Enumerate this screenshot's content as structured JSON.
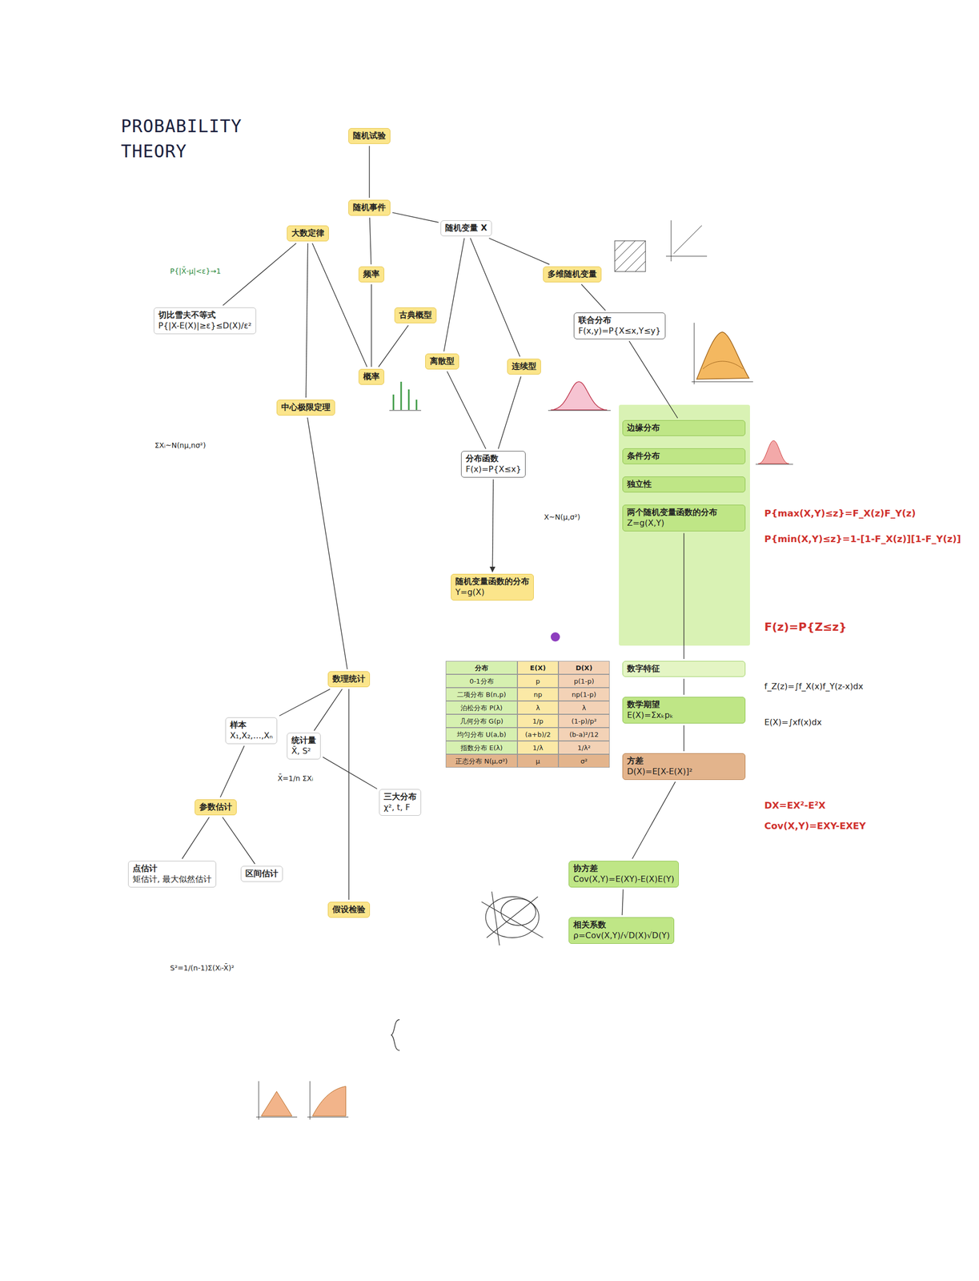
{
  "diagram": {
    "title": "PROBABILITY THEORY",
    "nodes": [
      {
        "text": [
          "随机试验"
        ]
      },
      {
        "text": [
          "随机事件"
        ]
      },
      {
        "text": [
          "频率"
        ]
      },
      {
        "text": [
          "概率"
        ]
      },
      {
        "text": [
          "古典概型"
        ]
      },
      {
        "text": [
          "随机变量 X"
        ]
      },
      {
        "text": [
          "离散型"
        ]
      },
      {
        "text": [
          "连续型"
        ]
      },
      {
        "text": [
          "分布函数",
          "F(x)=P{X≤x}"
        ]
      },
      {
        "text": [
          "随机变量函数的分布",
          "Y=g(X)"
        ]
      },
      {
        "text": [
          "多维随机变量"
        ]
      },
      {
        "text": [
          "联合分布",
          "F(x,y)=P{X≤x,Y≤y}"
        ]
      },
      {
        "text": [
          "边缘分布"
        ]
      },
      {
        "text": [
          "条件分布"
        ]
      },
      {
        "text": [
          "独立性"
        ]
      },
      {
        "text": [
          "两个随机变量函数的分布",
          "Z=g(X,Y)"
        ]
      },
      {
        "text": [
          "数字特征"
        ]
      },
      {
        "text": [
          "数学期望",
          "E(X)=Σxₖpₖ"
        ]
      },
      {
        "text": [
          "方差",
          "D(X)=E[X-E(X)]²"
        ]
      },
      {
        "text": [
          "协方差",
          "Cov(X,Y)=E(XY)-E(X)E(Y)"
        ]
      },
      {
        "text": [
          "相关系数",
          "ρ=Cov(X,Y)/√D(X)√D(Y)"
        ]
      },
      {
        "text": [
          "大数定律"
        ]
      },
      {
        "text": [
          "中心极限定理"
        ]
      },
      {
        "text": [
          "数理统计"
        ]
      },
      {
        "text": [
          "样本",
          "X₁,X₂,…,Xₙ"
        ]
      },
      {
        "text": [
          "统计量",
          "X̄, S²"
        ]
      },
      {
        "text": [
          "参数估计"
        ]
      },
      {
        "text": [
          "假设检验"
        ]
      },
      {
        "text": [
          "三大分布",
          "χ², t, F"
        ]
      },
      {
        "text": [
          "点估计",
          "矩估计, 最大似然估计"
        ]
      },
      {
        "text": [
          "区间估计"
        ]
      },
      {
        "text": [
          "切比雪夫不等式",
          "P{|X-E(X)|≥ε}≤D(X)/ε²"
        ]
      }
    ],
    "edges": [
      {
        "from": 0,
        "to": 1,
        "arrow": "none"
      },
      {
        "from": 1,
        "to": 2,
        "arrow": "none"
      },
      {
        "from": 2,
        "to": 3,
        "arrow": "none"
      },
      {
        "from": 3,
        "to": 4,
        "arrow": "none"
      },
      {
        "from": 1,
        "to": 5,
        "arrow": "none"
      },
      {
        "from": 5,
        "to": 6,
        "arrow": "none"
      },
      {
        "from": 5,
        "to": 7,
        "arrow": "none"
      },
      {
        "from": 6,
        "to": 8,
        "arrow": "none"
      },
      {
        "from": 7,
        "to": 8,
        "arrow": "none"
      },
      {
        "from": 8,
        "to": 9,
        "arrow": "to"
      },
      {
        "from": 5,
        "to": 10,
        "arrow": "none"
      },
      {
        "from": 10,
        "to": 11,
        "arrow": "none"
      },
      {
        "from": 11,
        "to": 12,
        "arrow": "none"
      },
      {
        "from": 15,
        "to": 16,
        "arrow": "none"
      },
      {
        "from": 16,
        "to": 17,
        "arrow": "none"
      },
      {
        "from": 17,
        "to": 18,
        "arrow": "none"
      },
      {
        "from": 18,
        "to": 19,
        "arrow": "none"
      },
      {
        "from": 19,
        "to": 20,
        "arrow": "none"
      },
      {
        "from": 3,
        "to": 21,
        "arrow": "none"
      },
      {
        "from": 21,
        "to": 31,
        "arrow": "none"
      },
      {
        "from": 21,
        "to": 22,
        "arrow": "none"
      },
      {
        "from": 22,
        "to": 23,
        "arrow": "none"
      },
      {
        "from": 23,
        "to": 24,
        "arrow": "none"
      },
      {
        "from": 23,
        "to": 25,
        "arrow": "none"
      },
      {
        "from": 25,
        "to": 28,
        "arrow": "none"
      },
      {
        "from": 24,
        "to": 26,
        "arrow": "none"
      },
      {
        "from": 26,
        "to": 29,
        "arrow": "none"
      },
      {
        "from": 26,
        "to": 30,
        "arrow": "none"
      },
      {
        "from": 23,
        "to": 27,
        "arrow": "none"
      }
    ],
    "labels": [
      "分布",
      "E(X)",
      "D(X)",
      "0-1分布",
      "p",
      "p(1-p)",
      "二项分布 B(n,p)",
      "np",
      "np(1-p)",
      "泊松分布 P(λ)",
      "λ",
      "λ",
      "几何分布 G(p)",
      "1/p",
      "(1-p)/p²",
      "均匀分布 U(a,b)",
      "(a+b)/2",
      "(b-a)²/12",
      "指数分布 E(λ)",
      "1/λ",
      "1/λ²",
      "正态分布 N(μ,σ²)",
      "μ",
      "σ²",
      "P{max(X,Y)≤z}=F_X(z)F_Y(z)",
      "P{min(X,Y)≤z}=1-[1-F_X(z)][1-F_Y(z)]",
      "F(z)=P{Z≤z}",
      "f_Z(z)=∫f_X(x)f_Y(z-x)dx",
      "E(X)=∫xf(x)dx",
      "DX=EX²-E²X",
      "Cov(X,Y)=EXY-EXEY",
      "X~N(μ,σ²)",
      "ΣXᵢ~N(nμ,nσ²)",
      "S²=1/(n-1)Σ(Xᵢ-X̄)²",
      "X̄=1/n ΣXᵢ",
      "P{|X̄-μ|<ε}→1"
    ]
  }
}
